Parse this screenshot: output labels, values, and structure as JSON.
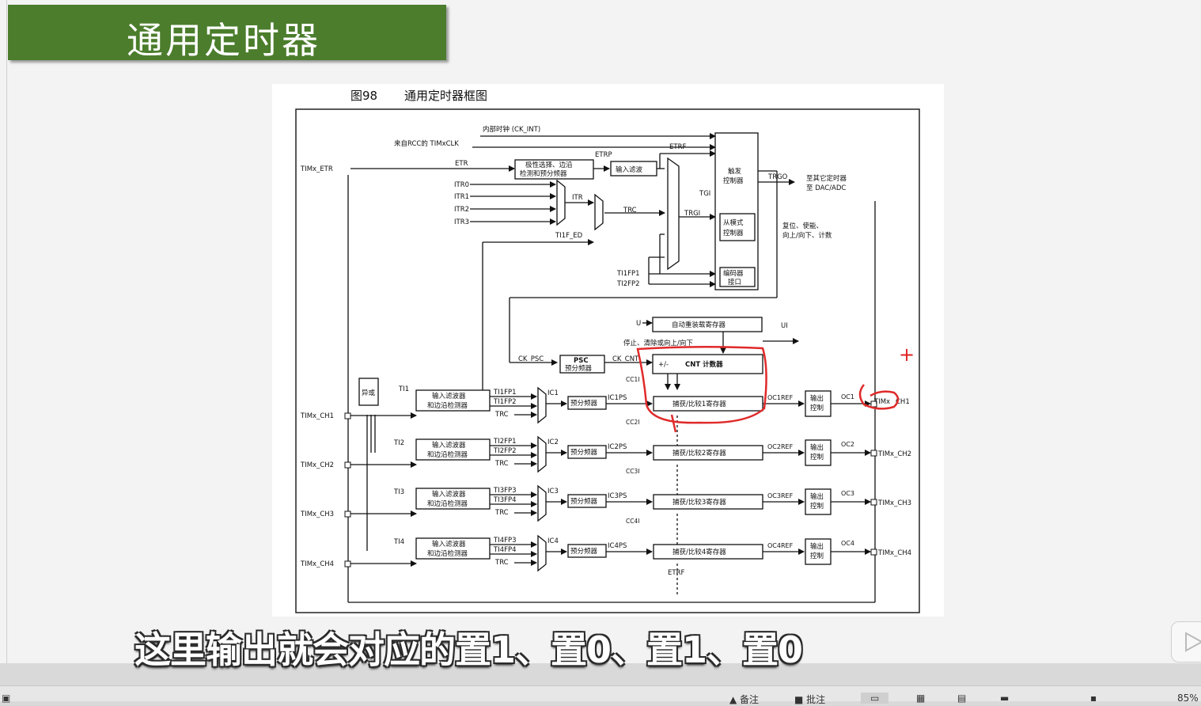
{
  "slide": {
    "title": "通用定时器",
    "figure_caption_num": "图98",
    "figure_caption_text": "通用定时器框图",
    "subtitle": "这里输出就会对应的置1、置0、置1、置0",
    "annotation_plus": "+"
  },
  "diagram": {
    "ck_int": "内部时钟 (CK_INT)",
    "rcc": "来自RCC的 TIMxCLK",
    "etr_pin": "TIMx_ETR",
    "etr": "ETR",
    "etrp": "ETRP",
    "etrf": "ETRF",
    "polarity1": "极性选择、边沿",
    "polarity2": "检测和预分频器",
    "input_filter": "输入滤波",
    "itr0": "ITR0",
    "itr1": "ITR1",
    "itr2": "ITR2",
    "itr3": "ITR3",
    "itr": "ITR",
    "trc": "TRC",
    "ti1f_ed": "TI1F_ED",
    "tgi": "TGI",
    "trgi": "TRGI",
    "trigger1": "触发",
    "trigger2": "控制器",
    "trgo": "TRGO",
    "trgo_dest1": "至其它定时器",
    "trgo_dest2": "至 DAC/ADC",
    "slave1": "从模式",
    "slave2": "控制器",
    "slave_desc1": "复位、使能、",
    "slave_desc2": "向上/向下、计数",
    "ti1fp1": "TI1FP1",
    "ti2fp2": "TI2FP2",
    "encoder1": "编码器",
    "encoder2": "接口",
    "u": "U",
    "autoreload": "自动重装载寄存器",
    "ui": "UI",
    "stop_clear": "停止、清除或向上/向下",
    "ck_psc": "CK_PSC",
    "psc1": "PSC",
    "psc2": "预分频器",
    "ck_cnt": "CK_CNT",
    "pm": "+/-",
    "cnt": "CNT 计数器",
    "xor": "异或",
    "ti1": "TI1",
    "ti2": "TI2",
    "ti3": "TI3",
    "ti4": "TI4",
    "filter1": "输入滤波器",
    "filter2": "和边沿检测器",
    "fp": [
      "TI1FP1",
      "TI1FP2",
      "TI2FP1",
      "TI2FP2",
      "TI3FP3",
      "TI3FP4",
      "TI4FP3",
      "TI4FP4"
    ],
    "ic": [
      "IC1",
      "IC2",
      "IC3",
      "IC4"
    ],
    "icps": [
      "IC1PS",
      "IC2PS",
      "IC3PS",
      "IC4PS"
    ],
    "prescaler": "预分频器",
    "cc": [
      "CC1I",
      "CC2I",
      "CC3I",
      "CC4I"
    ],
    "capture": [
      "捕获/比较1寄存器",
      "捕获/比较2寄存器",
      "捕获/比较3寄存器",
      "捕获/比较4寄存器"
    ],
    "ocref": [
      "OC1REF",
      "OC2REF",
      "OC3REF",
      "OC4REF"
    ],
    "outctl1": "输出",
    "outctl2": "控制",
    "oc": [
      "OC1",
      "OC2",
      "OC3",
      "OC4"
    ],
    "ch_in": [
      "TIMx_CH1",
      "TIMx_CH2",
      "TIMx_CH3",
      "TIMx_CH4"
    ],
    "ch_out_1a": "TIMx",
    "ch_out_1b": "CH1",
    "ch_out": [
      "TIMx_CH2",
      "TIMx_CH3",
      "TIMx_CH4"
    ]
  },
  "statusbar": {
    "notes": "备注",
    "comments": "批注",
    "zoom": "85%"
  }
}
